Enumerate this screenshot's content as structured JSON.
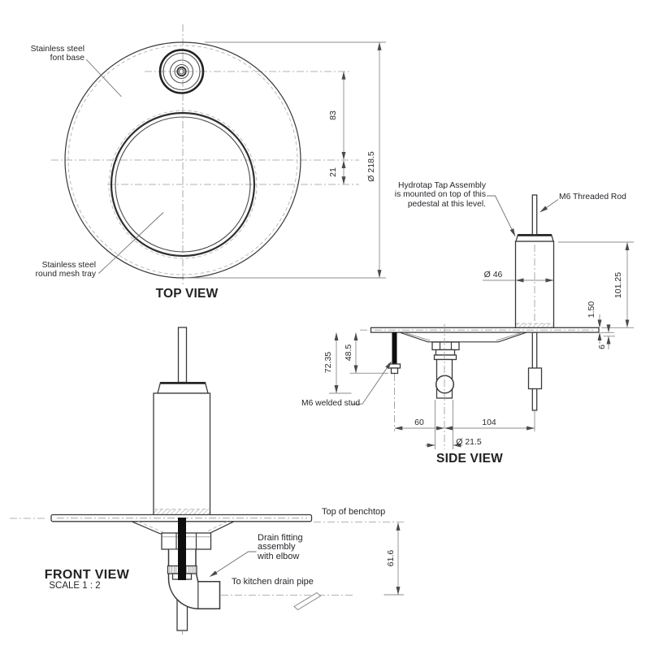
{
  "top_view": {
    "title": "TOP VIEW",
    "label_font_base": [
      "Stainless steel",
      "font base"
    ],
    "label_mesh_tray": [
      "Stainless steel",
      "round mesh tray"
    ],
    "dims": {
      "tap_offset": "83",
      "tray_offset": "21",
      "base_diameter": "Ø 218.5"
    }
  },
  "side_view": {
    "title": "SIDE VIEW",
    "label_hydrotap": [
      "Hydrotap Tap Assembly",
      "is mounted on top of this",
      "pedestal at this level."
    ],
    "label_rod": "M6 Threaded Rod",
    "label_stud": "M6 welded stud",
    "dims": {
      "pedestal_diameter": "Ø 46",
      "pedestal_height": "101.25",
      "plate_thickness": "1.50",
      "recess_depth": "6",
      "plate_to_drain_bottom": "72.35",
      "stud_length": "48.5",
      "stud_offset": "60",
      "rod_offset": "104",
      "drain_pipe_diameter": "Ø 21.5"
    }
  },
  "front_view": {
    "title": "FRONT VIEW",
    "scale": "SCALE 1 : 2",
    "label_benchtop": "Top of benchtop",
    "label_drain_fitting": [
      "Drain fitting",
      "assembly",
      "with elbow"
    ],
    "label_kitchen_pipe": "To kitchen drain pipe",
    "dims": {
      "benchtop_to_drain": "61.6"
    }
  },
  "colors": {
    "background": "#ffffff",
    "line": "#3a3a3a",
    "dimension": "#8c8c8c",
    "text": "#26262b",
    "stud_fill": "#0e0e0e"
  }
}
